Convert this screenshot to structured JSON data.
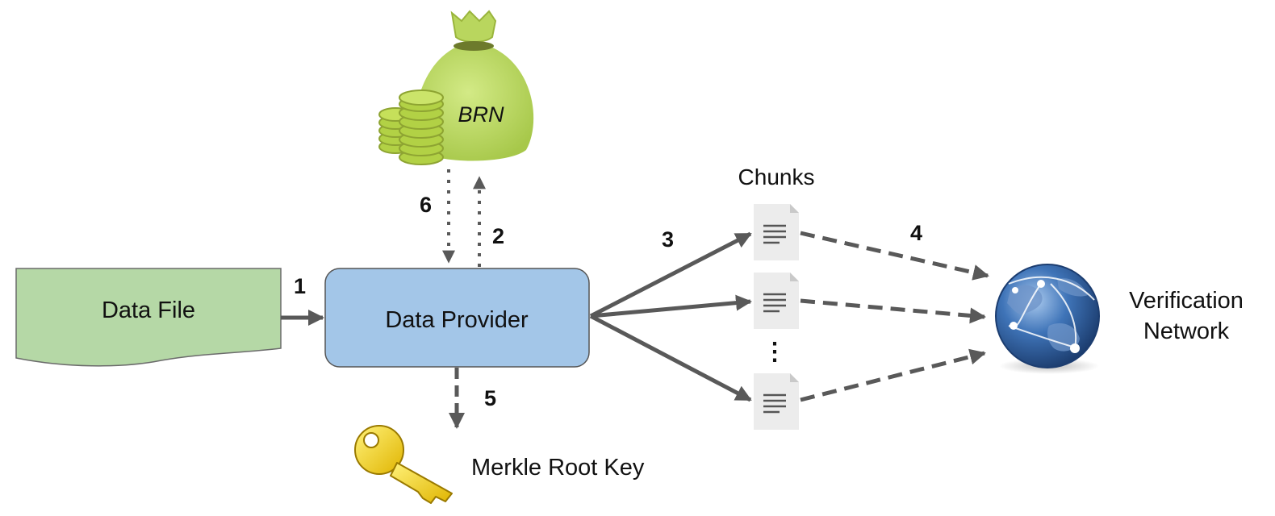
{
  "nodes": {
    "data_file": "Data File",
    "data_provider": "Data Provider",
    "brn_bag": "BRN",
    "chunks": "Chunks",
    "chunk_ellipsis": "⋮",
    "verification_network_line1": "Verification",
    "verification_network_line2": "Network",
    "merkle_root_key": "Merkle Root Key"
  },
  "steps": [
    "1",
    "2",
    "3",
    "4",
    "5",
    "6"
  ],
  "icons": [
    "money-bag-icon",
    "coin-stack-icon",
    "document-icon",
    "globe-icon",
    "key-icon"
  ],
  "colors": {
    "data_file_fill": "#b5d8a6",
    "data_provider_fill": "#a3c6e8",
    "arrow": "#595959",
    "bag": "#b9d65e",
    "globe": "#2f5f9e",
    "key": "#f2cf1d"
  }
}
